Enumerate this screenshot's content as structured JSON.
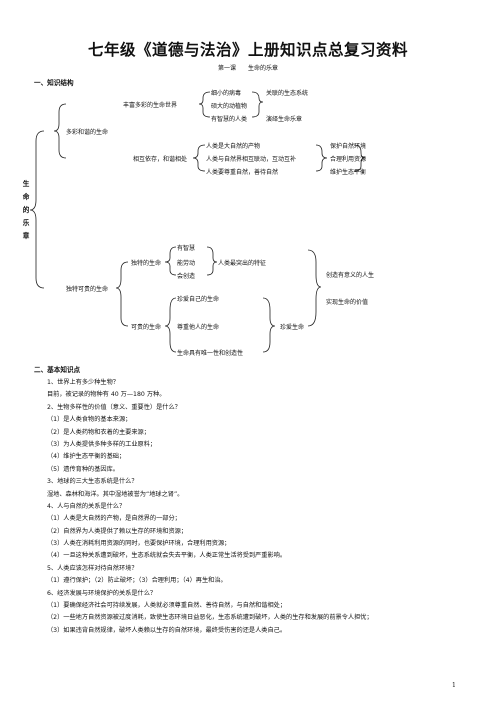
{
  "title": "七年级《道德与法治》上册知识点总复习资料",
  "subtitle": "第一课　　生命的乐章",
  "section1": "一、知识结构",
  "section2": "二、基本知识点",
  "diagram": {
    "root_chars": [
      "生",
      "命",
      "的",
      "乐",
      "章"
    ],
    "branch_diverse": "多彩和谐的生命",
    "branch_unique": "独特可贵的生命",
    "diverse_world": "丰富多彩的生命世界",
    "world_items_a": [
      "细小的病毒",
      "硕大的动植物",
      "有智慧的人类"
    ],
    "world_items_b": [
      "关联的生态系统",
      "演绎生命乐章"
    ],
    "interdependence": "相互依存，和谐相处",
    "inter_items": [
      "人类是大自然的产物",
      "人类与自然界相互联动，互动互补",
      "人类要尊重自然，善待自然"
    ],
    "inter_results": [
      "保护自然环境",
      "合理利用资源",
      "维护生态平衡"
    ],
    "unique_title": "独特的生命",
    "unique_traits": [
      "有智慧",
      "能劳动",
      "会创造"
    ],
    "unique_feature": "人类最突出的特征",
    "value_meaningful": "创造有意义的人生",
    "value_realize": "实现生命的价值",
    "precious_title": "可贵的生命",
    "precious_items": [
      "珍爱自己的生命",
      "尊重他人的生命",
      "生命具有唯一性和创造性"
    ],
    "cherish": "珍爱生命"
  },
  "body_lines": [
    "1、世界上有多少种生物？",
    "目前，被记录的物种有 40 万—180 万种。",
    "2、生物多样性的价值（意义、重要性）是什么？",
    "（1）是人类食物的基本来源；",
    "（2）是人类药物和衣着的主要来源；",
    "（3）为人类提供多种多样的工业原料；",
    "（4）维护生态平衡的基础；",
    "（5）遗传育种的基因库。",
    "3、地球的三大生态系统是什么？",
    "湿地、森林和海洋。其中湿地被誉为“地球之肾”。",
    "4、人与自然的关系是什么？",
    "（1）人类是大自然的产物，是自然界的一部分；",
    "（2）自然界为人类提供了赖以生存的环境和资源；",
    "（3）人类在消耗利用资源的同时，也要保护环境，合理利用资源；",
    "（4）一旦这种关系遭到破坏，生态系统就会失去平衡，人类正常生活将受到严重影响。",
    "5、人类应该怎样对待自然环境？",
    "（1）遵行保护；（2）防止破坏；（3）合理利用；（4）再生和治。",
    "6、经济发展与环境保护的关系是什么？",
    "（1）要确保经济社会可持续发展，人类就必须尊重自然、善待自然，与自然和谐相处；",
    "（2）一些地方自然资源被过度消耗，致使生态环境日益恶化，生态系统遭到破坏，人类的生存和发展的前景令人担忧；",
    "（3）如果违背自然规律，破坏人类赖以生存的自然环境，最终受伤害的还是人类自己。"
  ],
  "page_number": "1"
}
